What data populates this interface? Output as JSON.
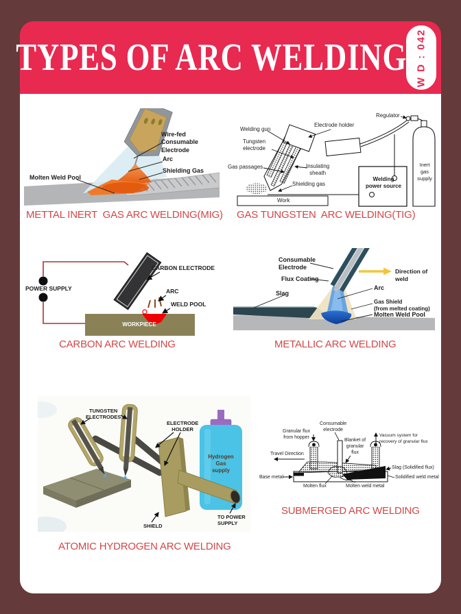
{
  "header": {
    "title": "TYPES OF ARC WELDING",
    "badge": "W D : 042"
  },
  "colors": {
    "background": "#653a3a",
    "header_band": "#e82950",
    "card": "#ffffff",
    "caption_red": "#d24747",
    "mig_arc_orange": "#ef7b28",
    "workpiece_olive": "#8b8156",
    "weld_pool_red": "#ee0000",
    "metallic_arc_blue": "#5b9ce0",
    "slag_teal": "#2c4650",
    "hydrogen_cyan": "#4ac3e6",
    "cap_purple": "#9a6cc0",
    "holder_khaki": "#a99c60",
    "direction_arrow_yellow": "#f3c53a"
  },
  "panels": {
    "mig": {
      "caption": "METTAL INERT  GAS ARC WELDING(MIG)",
      "labels": {
        "electrode": "Wire-fed\nConsumable\nElectrode",
        "arc": "Arc",
        "gas": "Shielding Gas",
        "pool": "Molten Weld Pool"
      }
    },
    "tig": {
      "caption": "GAS TUNGSTEN  ARC WELDING(TIG)",
      "labels": {
        "gun": "Welding gun",
        "tungsten": "Tungsten\nelectrode",
        "passages": "Gas passages",
        "holder": "Electrode holder",
        "sheath": "Insulating\nsheath",
        "shielding": "Shielding gas",
        "work": "Work",
        "power": "Welding\npower source",
        "regulator": "Regulator",
        "supply": "Inert\ngas\nsupply"
      }
    },
    "carbon": {
      "caption": "CARBON ARC WELDING",
      "labels": {
        "power": "POWER SUPPLY",
        "electrode": "CARBON ELECTRODE",
        "arc": "ARC",
        "pool": "WELD POOL",
        "workpiece": "WORKPIECE"
      }
    },
    "metallic": {
      "caption": "METALLIC ARC WELDING",
      "labels": {
        "electrode": "Consumable\nElectrode",
        "flux": "Flux Coating",
        "slag": "Slag",
        "direction": "Direction of weld",
        "arc": "Arc",
        "shield": "Gas Shield\n(from melted coating)",
        "pool": "Molten Weld Pool"
      }
    },
    "atomic": {
      "caption": "ATOMIC HYDROGEN ARC WELDING",
      "labels": {
        "electrodes": "TUNGSTEN\nELECTRODES",
        "holder": "ELECTRODE\nHOLDER",
        "hydrogen": "Hydrogen\nGas\nsupply",
        "shield": "SHIELD",
        "power": "TO POWER\nSUPPLY"
      }
    },
    "submerged": {
      "caption": "SUBMERGED ARC WELDING",
      "labels": {
        "granular": "Granular flux\nfrom hopper",
        "electrode": "Consumable\nelectrode",
        "blanket": "Blanket of\ngranular\nflux",
        "vacuum": "Vacuum system for\nrecovery of granular flux",
        "travel": "Travel Direction",
        "base": "Base metal",
        "molten_flux": "Molten flux",
        "molten_weld": "Molten weld metal",
        "slag": "Slag (Solidified flux)",
        "solidified": "Solidified weld metal"
      }
    }
  }
}
